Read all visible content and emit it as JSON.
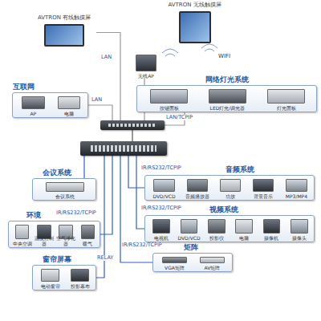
{
  "diagram": {
    "nodes": [
      {
        "text": [
          "AVTRON 有线触摸屏"
        ]
      },
      {
        "text": [
          "AVTRON 无线触摸屏"
        ]
      },
      {
        "text": [
          "无线AP"
        ]
      },
      {
        "text": [
          "互联网"
        ]
      },
      {
        "text": [
          "AP"
        ],
        "in": 3
      },
      {
        "text": [
          "电脑"
        ],
        "in": 3
      },
      {
        "text": [
          "网络灯光系统"
        ]
      },
      {
        "text": [
          "按键面板"
        ],
        "in": 6
      },
      {
        "text": [
          "LED灯光/调光器"
        ],
        "in": 6
      },
      {
        "text": [
          "灯光面板"
        ],
        "in": 6
      },
      {
        "text": []
      },
      {
        "text": []
      },
      {
        "text": [
          "会议系统"
        ]
      },
      {
        "text": [
          "会议系统"
        ],
        "in": 12
      },
      {
        "text": [
          "音频系统"
        ]
      },
      {
        "text": [
          "DVD/VCD"
        ],
        "in": 14
      },
      {
        "text": [
          "音频播放器"
        ],
        "in": 14
      },
      {
        "text": [
          "功放"
        ],
        "in": 14
      },
      {
        "text": [
          "背景音乐"
        ],
        "in": 14
      },
      {
        "text": [
          "MP3/MP4"
        ],
        "in": 14
      },
      {
        "text": [
          "环境"
        ]
      },
      {
        "text": [
          "中央空调"
        ],
        "in": 20
      },
      {
        "text": [
          "温度控制器"
        ],
        "in": 20
      },
      {
        "text": [
          "空气净化器"
        ],
        "in": 20
      },
      {
        "text": [
          "暖气"
        ],
        "in": 20
      },
      {
        "text": [
          "视频系统"
        ]
      },
      {
        "text": [
          "电视机"
        ],
        "in": 25
      },
      {
        "text": [
          "DVD/VCD"
        ],
        "in": 25
      },
      {
        "text": [
          "投影仪"
        ],
        "in": 25
      },
      {
        "text": [
          "电脑"
        ],
        "in": 25
      },
      {
        "text": [
          "摄像机"
        ],
        "in": 25
      },
      {
        "text": [
          "摄像头"
        ],
        "in": 25
      },
      {
        "text": [
          "窗帘屏幕"
        ]
      },
      {
        "text": [
          "电动窗帘"
        ],
        "in": 32
      },
      {
        "text": [
          "投影幕布"
        ],
        "in": 32
      },
      {
        "text": [
          "矩阵"
        ]
      },
      {
        "text": [
          "VGA矩阵"
        ],
        "in": 35
      },
      {
        "text": [
          "AV矩阵"
        ],
        "in": 35
      }
    ],
    "edges": [
      {
        "from": 0,
        "to": 10,
        "label": "LAN",
        "arrow": "none"
      },
      {
        "from": 3,
        "to": 10,
        "label": "LAN",
        "arrow": "none"
      },
      {
        "from": 2,
        "to": 10,
        "arrow": "none"
      },
      {
        "from": 10,
        "to": 6,
        "label": "LAN/TCPIP",
        "arrow": "none"
      },
      {
        "from": 10,
        "to": 11,
        "arrow": "none"
      },
      {
        "from": 11,
        "to": 12,
        "arrow": "none"
      },
      {
        "from": 11,
        "to": 20,
        "label": "IR/RS232/TCPIP",
        "arrow": "none"
      },
      {
        "from": 11,
        "to": 32,
        "label": "RELAY",
        "arrow": "none"
      },
      {
        "from": 11,
        "to": 14,
        "label": "IR/RS232/TCPIP",
        "arrow": "none"
      },
      {
        "from": 11,
        "to": 25,
        "label": "IR/RS232/TCPIP",
        "arrow": "none"
      },
      {
        "from": 11,
        "to": 35,
        "label": "IR/RS232/TCPIP",
        "arrow": "none"
      }
    ],
    "labels": [
      "WIFI"
    ]
  }
}
